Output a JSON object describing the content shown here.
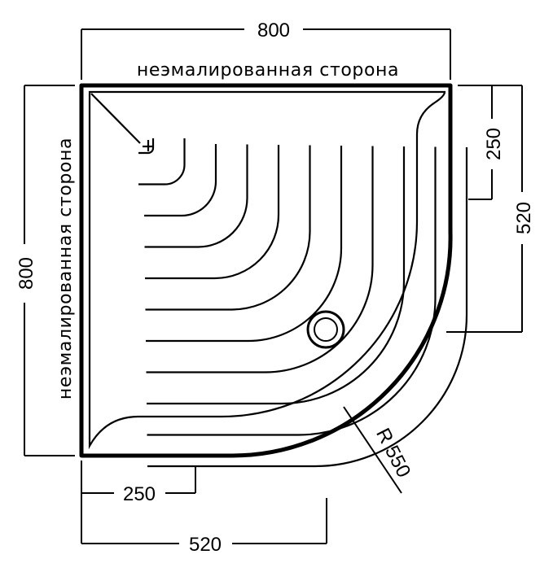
{
  "labels": {
    "top_width": "800",
    "left_height": "800",
    "top_side": "неэмалированная сторона",
    "left_side": "неэмалированная сторона",
    "right_upper": "250",
    "right_total": "520",
    "bottom_short": "250",
    "bottom_long": "520",
    "radius": "R 550"
  },
  "colors": {
    "line": "#000000",
    "background": "#ffffff"
  }
}
